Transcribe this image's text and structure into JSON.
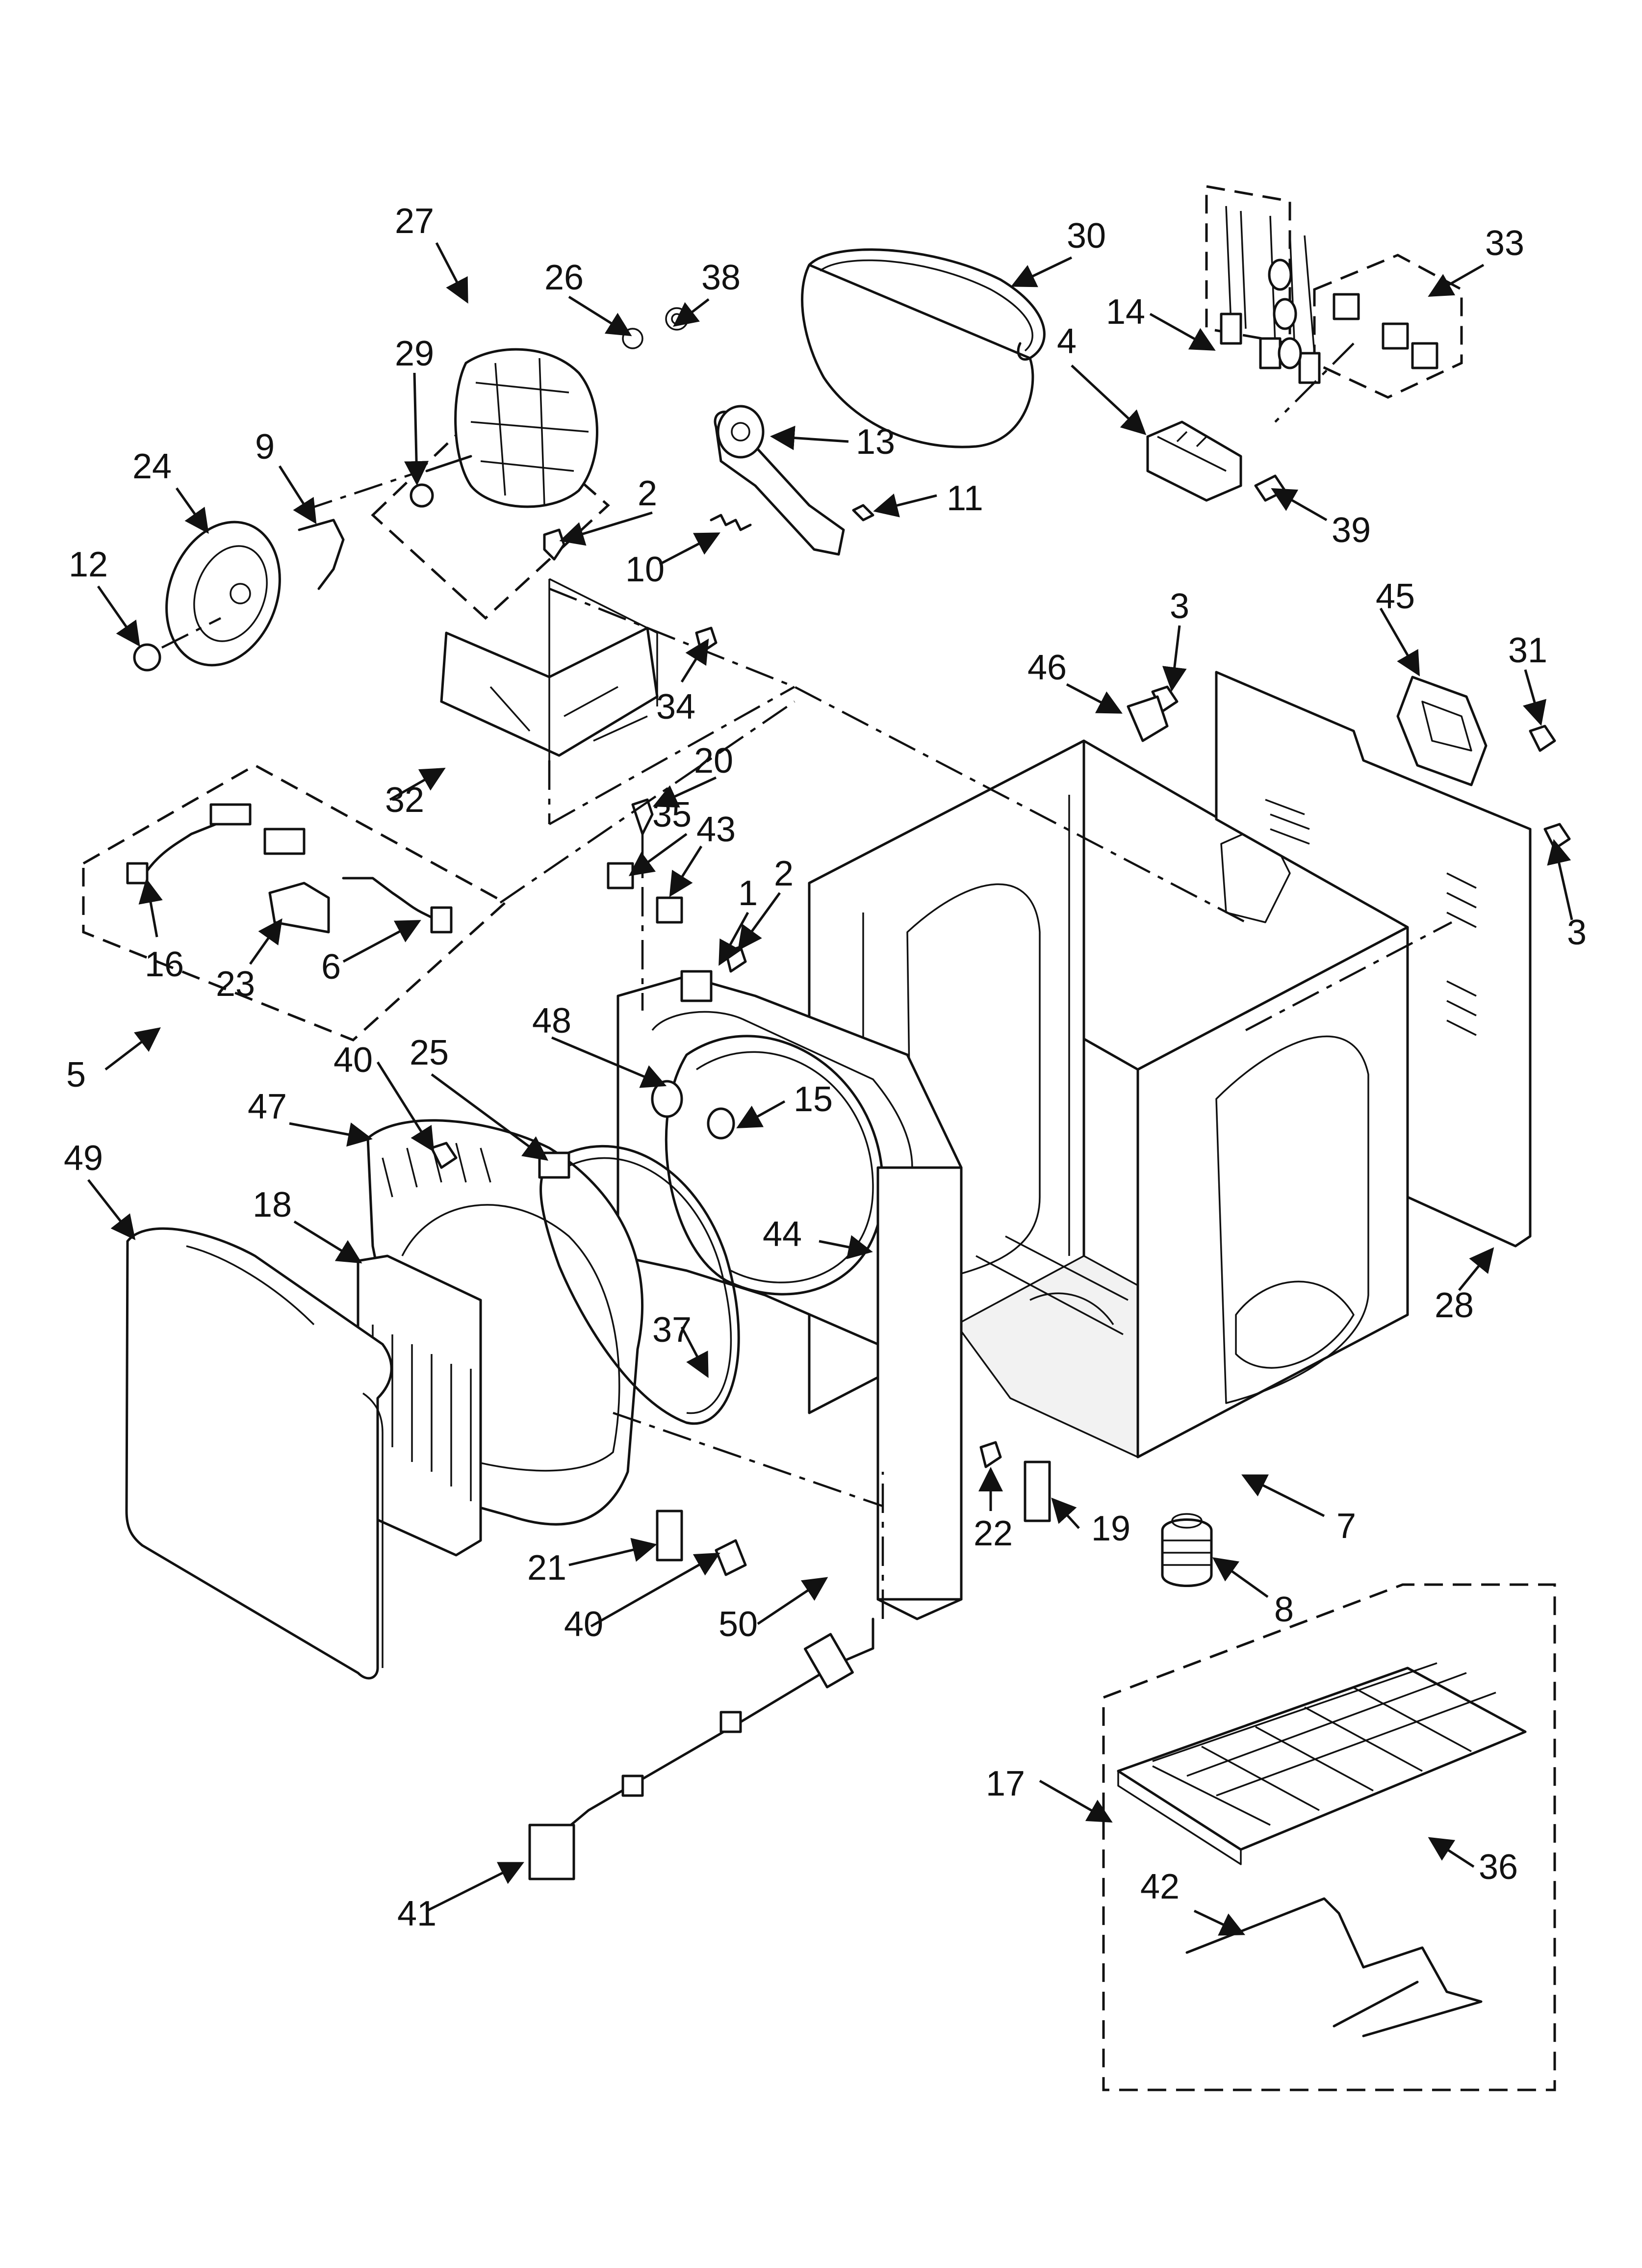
{
  "callouts": [
    {
      "id": "c1",
      "label": "1"
    },
    {
      "id": "c2a",
      "label": "2"
    },
    {
      "id": "c2b",
      "label": "2"
    },
    {
      "id": "c3a",
      "label": "3"
    },
    {
      "id": "c3b",
      "label": "3"
    },
    {
      "id": "c4",
      "label": "4"
    },
    {
      "id": "c5",
      "label": "5"
    },
    {
      "id": "c6",
      "label": "6"
    },
    {
      "id": "c7",
      "label": "7"
    },
    {
      "id": "c8",
      "label": "8"
    },
    {
      "id": "c9",
      "label": "9"
    },
    {
      "id": "c10",
      "label": "10"
    },
    {
      "id": "c11",
      "label": "11"
    },
    {
      "id": "c12",
      "label": "12"
    },
    {
      "id": "c13",
      "label": "13"
    },
    {
      "id": "c14",
      "label": "14"
    },
    {
      "id": "c15",
      "label": "15"
    },
    {
      "id": "c16",
      "label": "16"
    },
    {
      "id": "c17",
      "label": "17"
    },
    {
      "id": "c18",
      "label": "18"
    },
    {
      "id": "c19",
      "label": "19"
    },
    {
      "id": "c20",
      "label": "20"
    },
    {
      "id": "c21",
      "label": "21"
    },
    {
      "id": "c22",
      "label": "22"
    },
    {
      "id": "c23",
      "label": "23"
    },
    {
      "id": "c24",
      "label": "24"
    },
    {
      "id": "c25",
      "label": "25"
    },
    {
      "id": "c26",
      "label": "26"
    },
    {
      "id": "c27",
      "label": "27"
    },
    {
      "id": "c28",
      "label": "28"
    },
    {
      "id": "c29",
      "label": "29"
    },
    {
      "id": "c30",
      "label": "30"
    },
    {
      "id": "c31",
      "label": "31"
    },
    {
      "id": "c32",
      "label": "32"
    },
    {
      "id": "c33",
      "label": "33"
    },
    {
      "id": "c34",
      "label": "34"
    },
    {
      "id": "c35",
      "label": "35"
    },
    {
      "id": "c36",
      "label": "36"
    },
    {
      "id": "c37",
      "label": "37"
    },
    {
      "id": "c38",
      "label": "38"
    },
    {
      "id": "c39",
      "label": "39"
    },
    {
      "id": "c40a",
      "label": "40"
    },
    {
      "id": "c40b",
      "label": "40"
    },
    {
      "id": "c41",
      "label": "41"
    },
    {
      "id": "c42",
      "label": "42"
    },
    {
      "id": "c43",
      "label": "43"
    },
    {
      "id": "c44",
      "label": "44"
    },
    {
      "id": "c45",
      "label": "45"
    },
    {
      "id": "c46",
      "label": "46"
    },
    {
      "id": "c47",
      "label": "47"
    },
    {
      "id": "c48",
      "label": "48"
    },
    {
      "id": "c49",
      "label": "49"
    },
    {
      "id": "c50",
      "label": "50"
    }
  ]
}
